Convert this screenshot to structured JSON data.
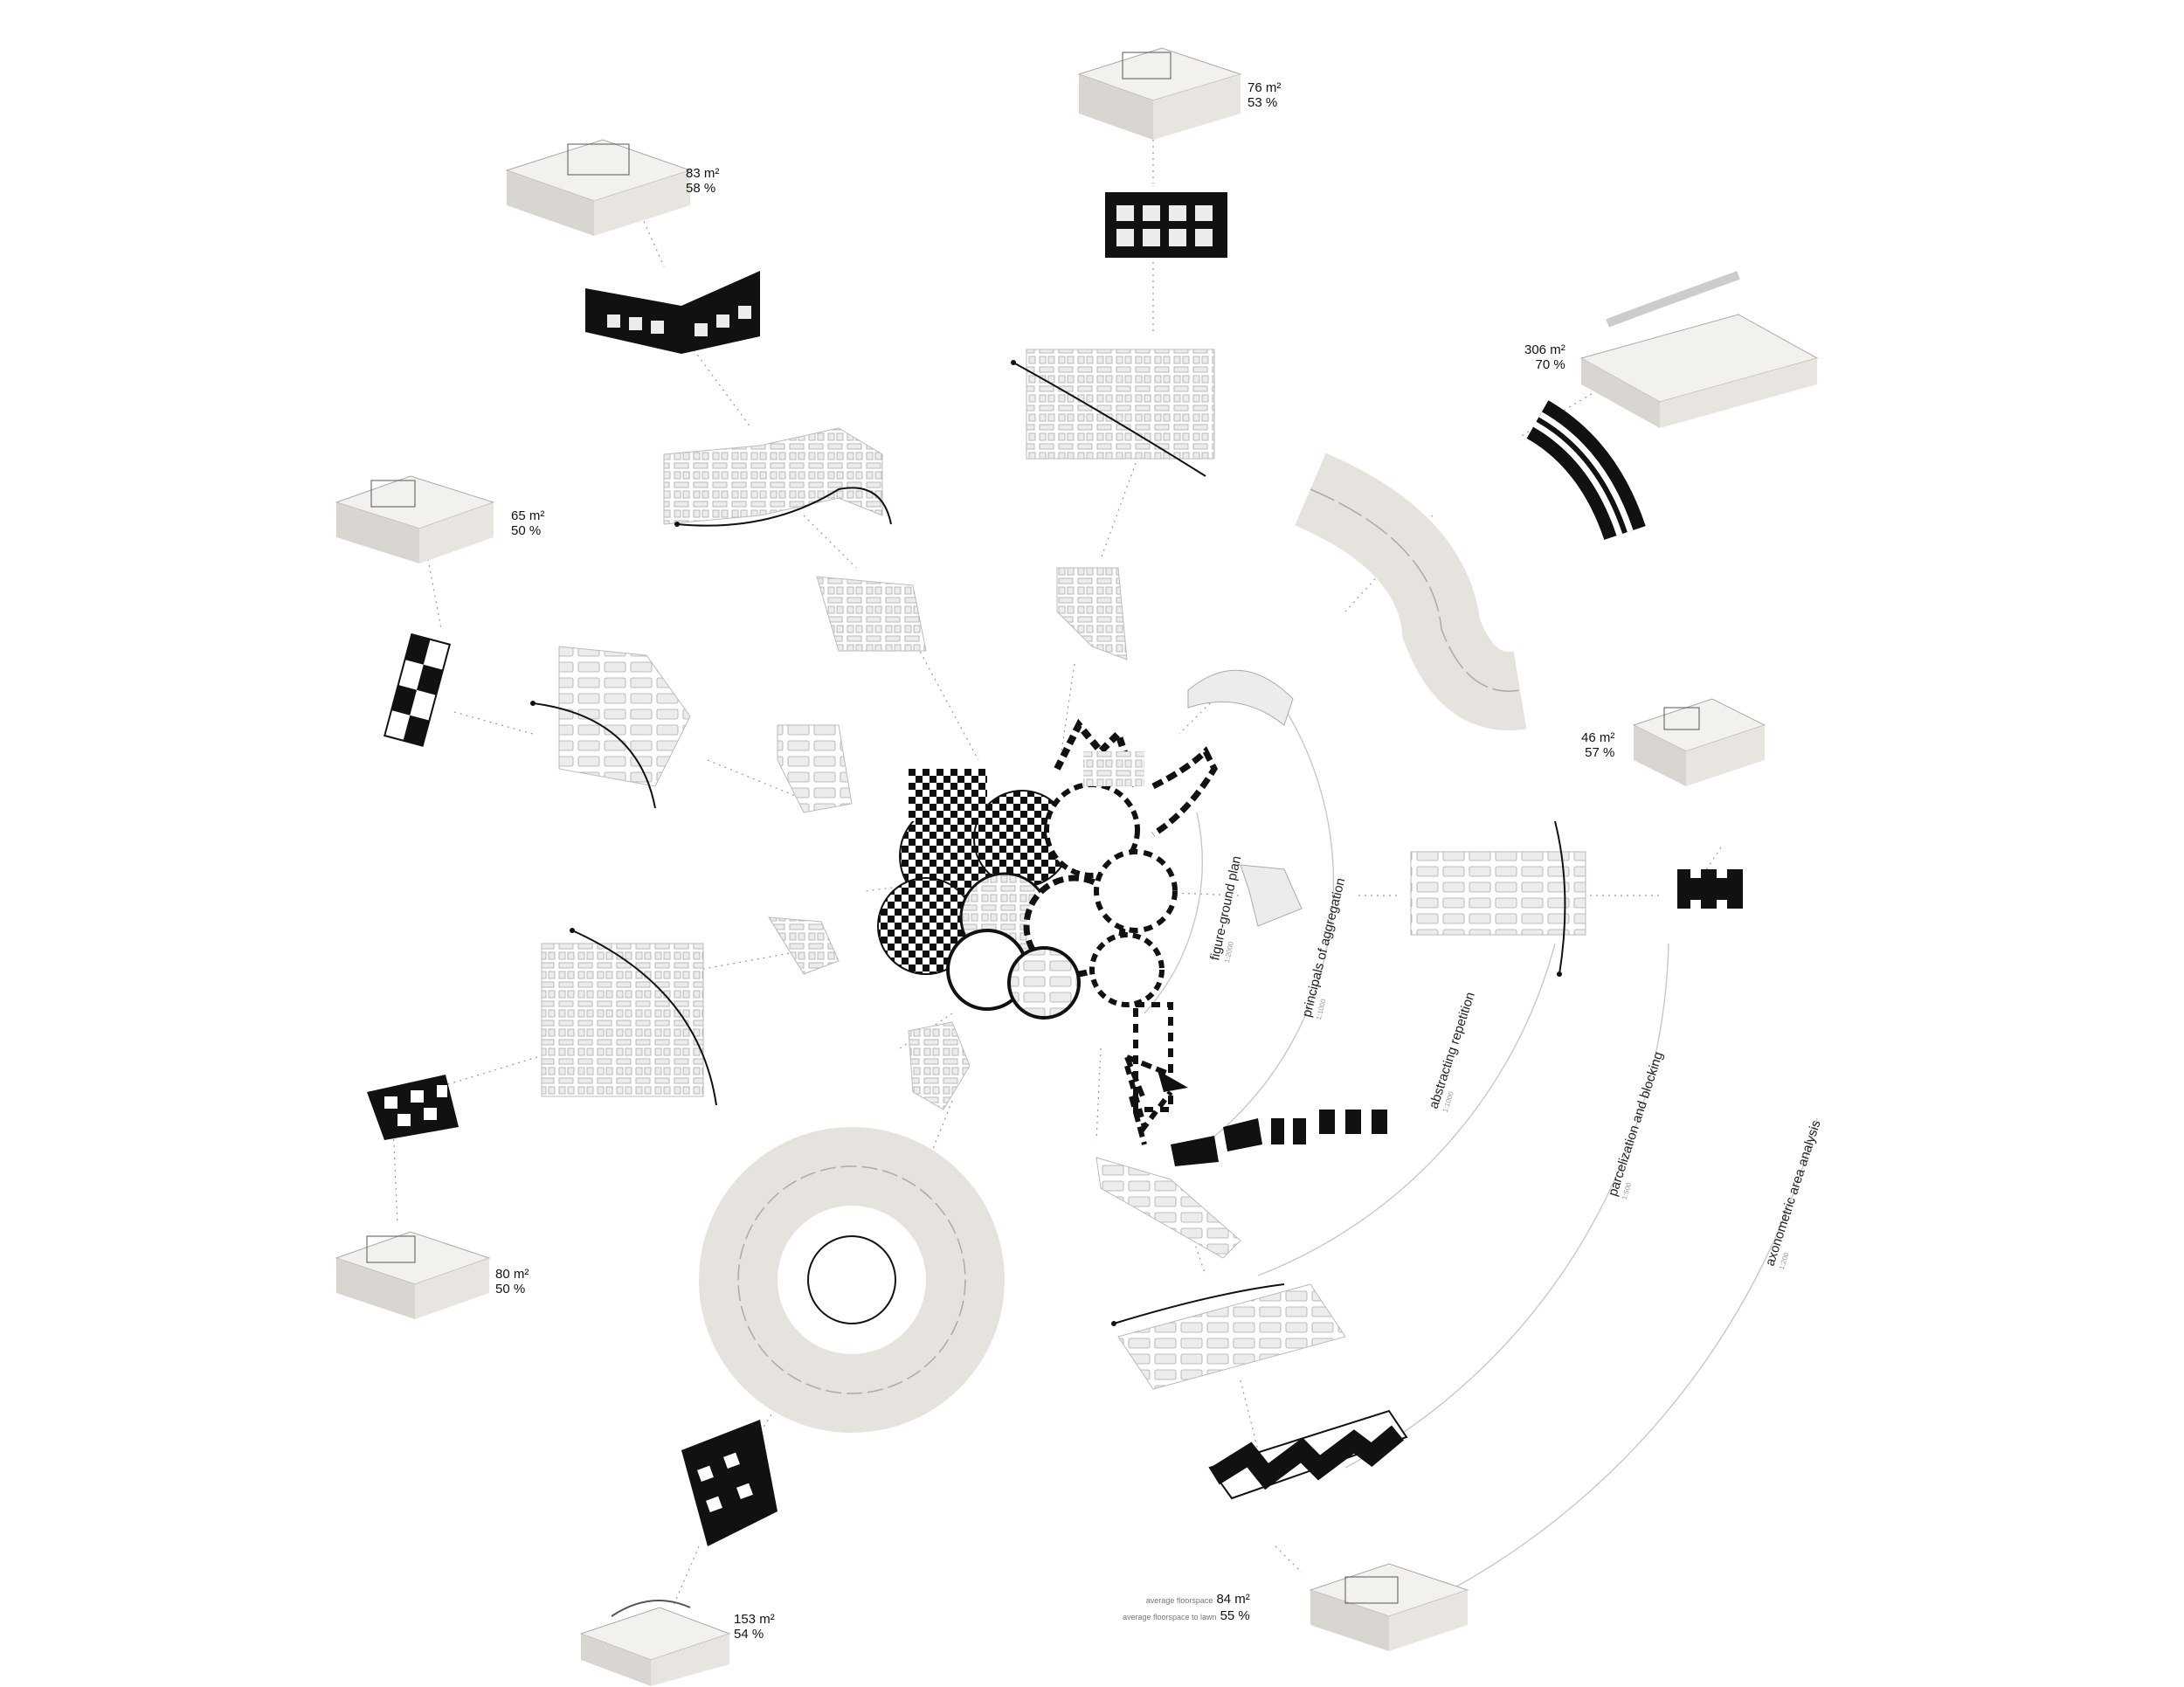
{
  "units": [
    {
      "name": "unit-top-center",
      "area": "76 m²",
      "ratio": "53 %"
    },
    {
      "name": "unit-top-left",
      "area": "83 m²",
      "ratio": "58 %"
    },
    {
      "name": "unit-top-right",
      "area": "306 m²",
      "ratio": "70 %"
    },
    {
      "name": "unit-left",
      "area": "65 m²",
      "ratio": "50 %"
    },
    {
      "name": "unit-right",
      "area": "46 m²",
      "ratio": "57 %"
    },
    {
      "name": "unit-bottom-left",
      "area": "80 m²",
      "ratio": "50 %"
    },
    {
      "name": "unit-bottom-center-left",
      "area": "153 m²",
      "ratio": "54 %"
    },
    {
      "name": "unit-bottom-right",
      "area": "84 m²",
      "ratio": "55 %",
      "area_caption": "average floorspace",
      "ratio_caption": "average floorspace to lawn"
    }
  ],
  "rings": [
    {
      "label": "figure-ground plan",
      "scale": "1:2000"
    },
    {
      "label": "principals of aggregation",
      "scale": "1:1000"
    },
    {
      "label": "abstracting repetition",
      "scale": "1:1000"
    },
    {
      "label": "parcelization and blocking",
      "scale": "1:500"
    },
    {
      "label": "axonometric area analysis",
      "scale": "1:200"
    }
  ],
  "colors": {
    "ink": "#111111",
    "fill": "#eeeceb",
    "line": "#bbbbbb",
    "base_side": "#d9d6d2"
  }
}
